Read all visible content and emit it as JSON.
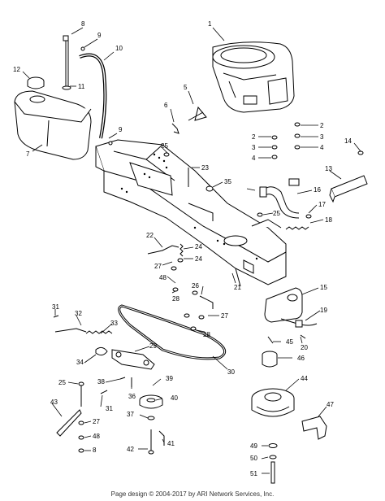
{
  "diagram": {
    "callouts": [
      "1",
      "2",
      "3",
      "4",
      "5",
      "6",
      "7",
      "8",
      "9",
      "10",
      "11",
      "12",
      "13",
      "14",
      "15",
      "16",
      "17",
      "18",
      "19",
      "20",
      "21",
      "22",
      "23",
      "24",
      "25",
      "26",
      "27",
      "28",
      "29",
      "30",
      "31",
      "32",
      "33",
      "34",
      "35",
      "36",
      "37",
      "38",
      "39",
      "40",
      "41",
      "42",
      "43",
      "44",
      "45",
      "46",
      "47",
      "48",
      "49",
      "50",
      "51"
    ]
  },
  "footer": {
    "text": "Page design © 2004-2017 by ARI Network Services, Inc."
  }
}
